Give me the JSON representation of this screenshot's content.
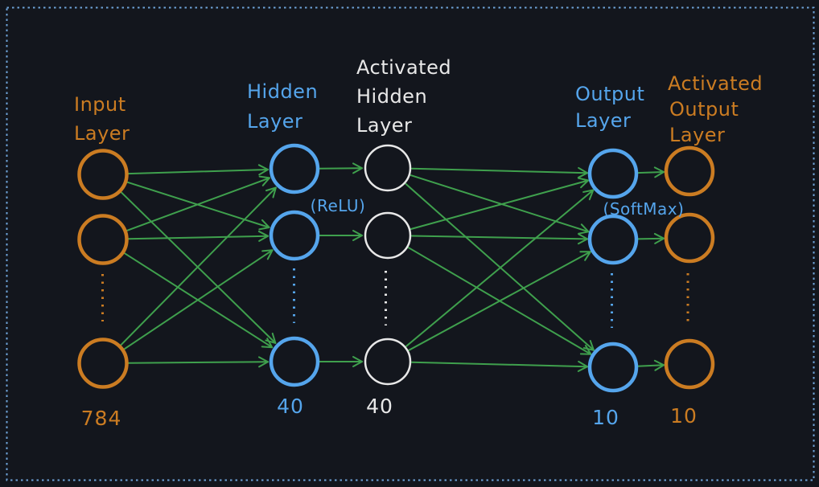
{
  "canvas": {
    "background": "#13161d",
    "border_color": "#6ea3d8"
  },
  "colors": {
    "orange": "#cb7c22",
    "blue": "#55a5ec",
    "white": "#e8e8e8",
    "green": "#3fa04d"
  },
  "layers": [
    {
      "id": "input",
      "lines": [
        "Input",
        "Layer"
      ],
      "count": "784"
    },
    {
      "id": "hidden",
      "lines": [
        "Hidden",
        "Layer"
      ],
      "count": "40",
      "activation": "(ReLU)"
    },
    {
      "id": "activated-hidden",
      "lines": [
        "Activated",
        "Hidden",
        "Layer"
      ],
      "count": "40"
    },
    {
      "id": "output",
      "lines": [
        "Output",
        "Layer"
      ],
      "count": "10",
      "activation": "(SoftMax)"
    },
    {
      "id": "activated-output",
      "lines": [
        "Activated",
        "Output",
        "Layer"
      ],
      "count": "10"
    }
  ]
}
